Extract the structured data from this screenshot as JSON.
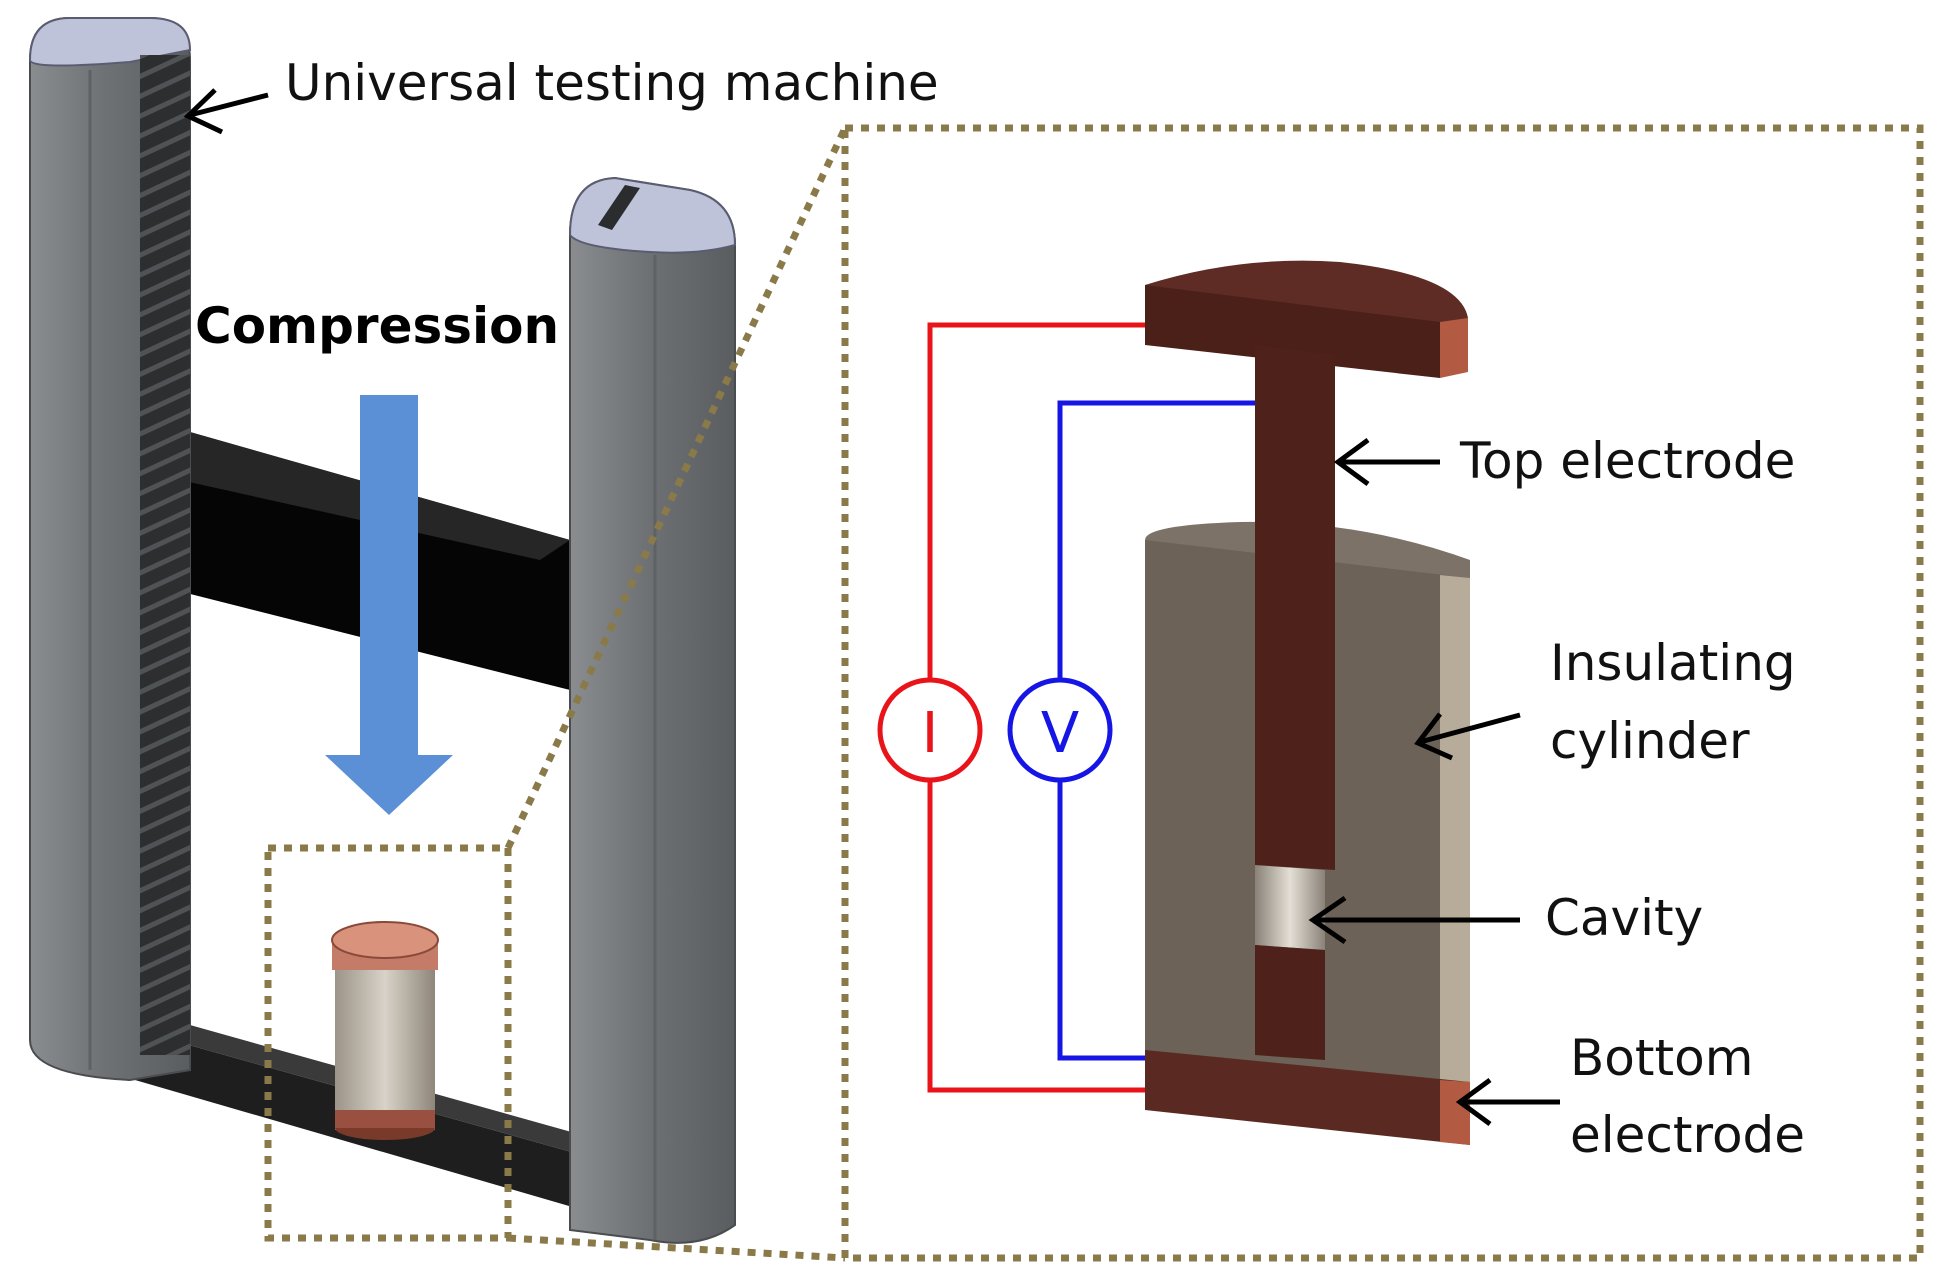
{
  "labels": {
    "machine": "Universal testing machine",
    "compression": "Compression",
    "top_electrode": "Top electrode",
    "insulating_line1": "Insulating",
    "insulating_line2": "cylinder",
    "cavity": "Cavity",
    "bottom_line1": "Bottom",
    "bottom_line2": "electrode"
  },
  "meters": {
    "current": "I",
    "voltage": "V"
  },
  "colors": {
    "current_wire": "#e8141a",
    "voltage_wire": "#1515e6",
    "arrow_compression": "#5b8fd6",
    "electrode": "#5a2a22",
    "electrode_edge": "#b35a43",
    "insulator": "#6c6258",
    "insulator_edge": "#a89c8c",
    "frame": "#7d8082",
    "frame_top": "#b9bdd6",
    "dotted_box": "#8a7a4a"
  }
}
